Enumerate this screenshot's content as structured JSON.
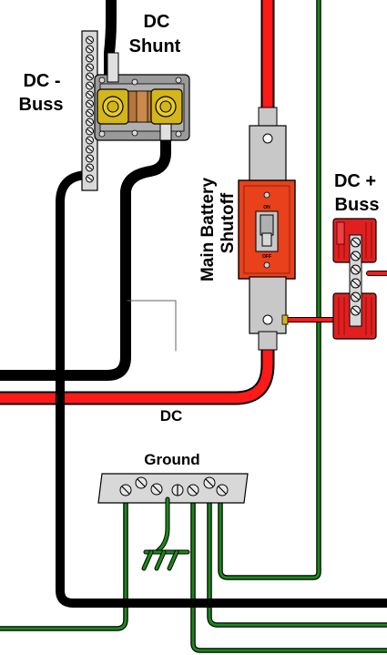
{
  "labels": {
    "dc_shunt_line1": "DC",
    "dc_shunt_line2": "Shunt",
    "dc_minus_buss_line1": "DC -",
    "dc_minus_buss_line2": "Buss",
    "main_battery_shutoff_line1": "Main Battery",
    "main_battery_shutoff_line2": "Shutoff",
    "dc_plus_buss_line1": "DC +",
    "dc_plus_buss_line2": "Buss",
    "dc_ground_line1": "DC",
    "dc_ground_line2": "Ground",
    "switch_on": "ON",
    "switch_off": "OFF"
  },
  "colors": {
    "wire_negative": "#000000",
    "wire_positive": "#ff1a1a",
    "wire_ground": "#1a8a1a",
    "shutoff_body": "#e8411c",
    "plus_buss_body": "#e02020",
    "shunt_brass": "#d4b51a",
    "shunt_copper": "#b5763c",
    "metal_gray": "#c8c8c8"
  },
  "icons": {
    "ground_symbol": "earth-ground-icon",
    "screw_terminal": "screw-icon"
  }
}
